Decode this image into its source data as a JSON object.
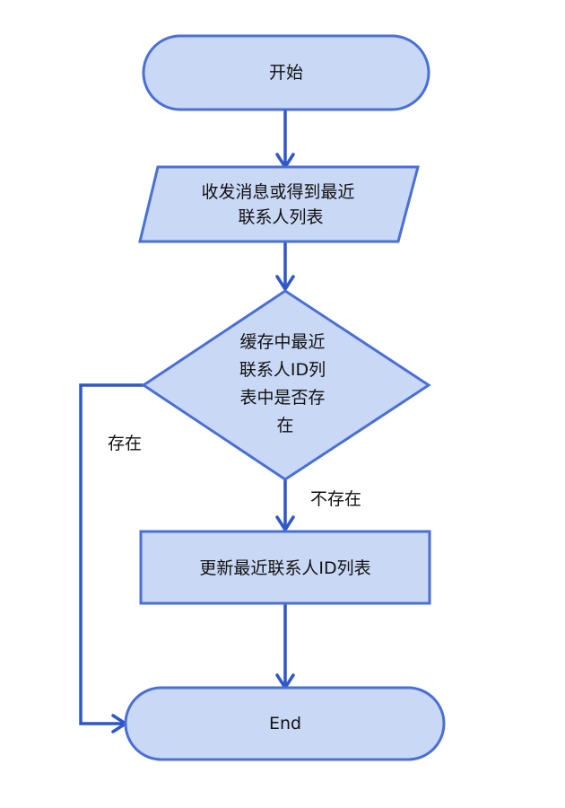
{
  "colors": {
    "shape_fill": "#c9d8f5",
    "shape_stroke": "#4a6fd6",
    "edge_stroke": "#2f57c9",
    "text": "#111111"
  },
  "nodes": {
    "start": {
      "type": "terminator",
      "lines": [
        "开始"
      ]
    },
    "input": {
      "type": "parallelogram",
      "lines": [
        "收发消息或得到最近",
        "联系人列表"
      ]
    },
    "decision": {
      "type": "diamond",
      "lines": [
        "缓存中最近",
        "联系人ID列",
        "表中是否存",
        "在"
      ]
    },
    "update": {
      "type": "process",
      "lines": [
        "更新最近联系人ID列表"
      ]
    },
    "end": {
      "type": "terminator",
      "lines": [
        "End"
      ]
    }
  },
  "edges": {
    "exists_label": "存在",
    "not_exists_label": "不存在"
  }
}
